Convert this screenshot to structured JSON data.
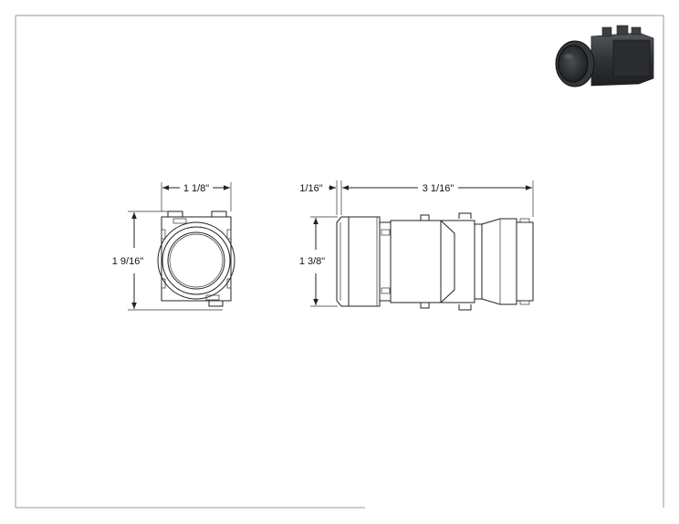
{
  "drawing": {
    "dimensions": {
      "front_width": "1 1/8\"",
      "front_height": "1 9/16\"",
      "side_bezel": "1/16\"",
      "side_length": "3 1/16\"",
      "side_height": "1 3/8\""
    },
    "colors": {
      "frame": "#9a9a9a",
      "line": "#222222",
      "thumbnail_body": "#3a3d42"
    },
    "icons": {
      "thumbnail": "pushbutton-3d-render-icon"
    }
  }
}
